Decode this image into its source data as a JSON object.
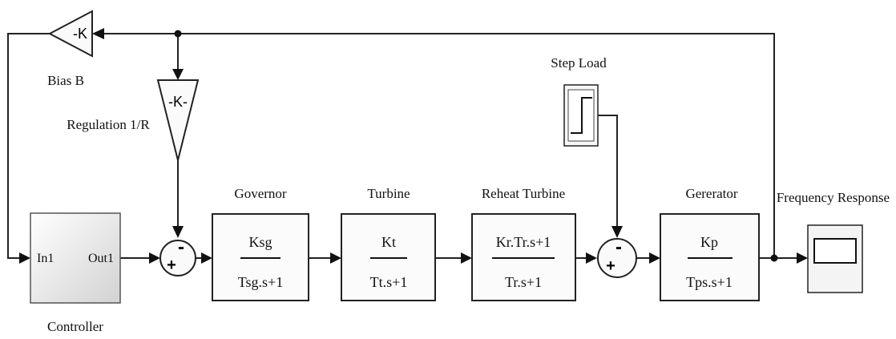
{
  "feedback": {
    "bias_gain": "-K",
    "bias_label": "Bias B",
    "regulation_gain": "-K-",
    "regulation_label": "Regulation 1/R"
  },
  "controller": {
    "label": "Controller",
    "in_port": "In1",
    "out_port": "Out1"
  },
  "sum1": {
    "plus": "+",
    "minus": "-"
  },
  "sum2": {
    "plus": "+",
    "minus": "-"
  },
  "governor": {
    "label": "Governor",
    "numerator": "Ksg",
    "denominator": "Tsg.s+1"
  },
  "turbine": {
    "label": "Turbine",
    "numerator": "Kt",
    "denominator": "Tt.s+1"
  },
  "reheat_turbine": {
    "label": "Reheat Turbine",
    "numerator": "Kr.Tr.s+1",
    "denominator": "Tr.s+1"
  },
  "generator": {
    "label": "Gererator",
    "numerator": "Kp",
    "denominator": "Tps.s+1"
  },
  "step_load": {
    "label": "Step Load"
  },
  "scope": {
    "label": "Frequency  Response"
  }
}
